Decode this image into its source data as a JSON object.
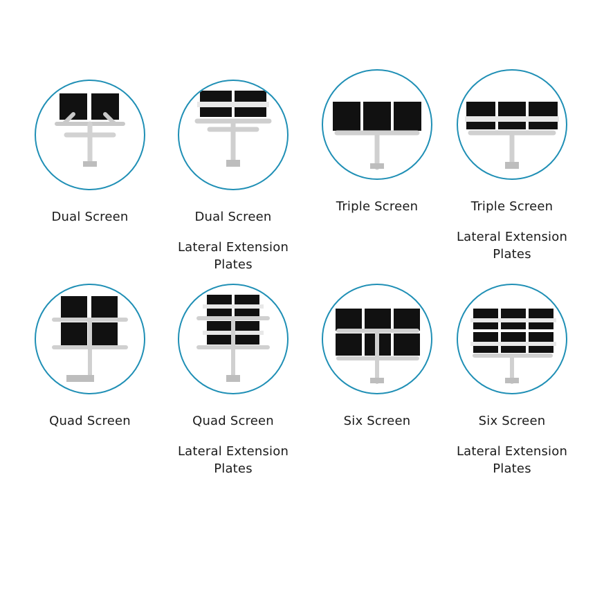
{
  "accent_color": "#1f8fb5",
  "items": [
    {
      "title": "Dual Screen",
      "subtitle": "",
      "image": "dual-monitor-arm-icon"
    },
    {
      "title": "Dual Screen",
      "subtitle": "Lateral Extension Plates",
      "image": "dual-monitor-arm-lateral-icon"
    },
    {
      "title": "Triple Screen",
      "subtitle": "",
      "image": "triple-monitor-arm-icon"
    },
    {
      "title": "Triple Screen",
      "subtitle": "Lateral Extension Plates",
      "image": "triple-monitor-arm-lateral-icon"
    },
    {
      "title": "Quad Screen",
      "subtitle": "",
      "image": "quad-monitor-arm-icon"
    },
    {
      "title": "Quad Screen",
      "subtitle": "Lateral Extension Plates",
      "image": "quad-monitor-arm-lateral-icon"
    },
    {
      "title": "Six Screen",
      "subtitle": "",
      "image": "six-monitor-arm-icon"
    },
    {
      "title": "Six Screen",
      "subtitle": "Lateral Extension Plates",
      "image": "six-monitor-arm-lateral-icon"
    }
  ]
}
